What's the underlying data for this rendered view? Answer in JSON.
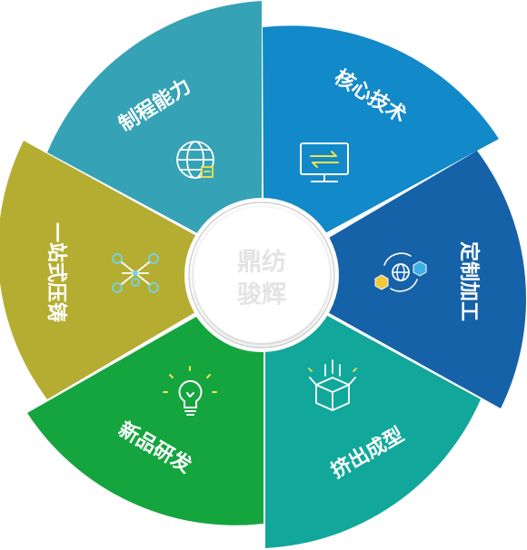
{
  "diagram": {
    "center": {
      "line1": "鼎纺",
      "line2": "骏辉"
    },
    "segments": [
      {
        "id": "core-tech",
        "label": "核心技术",
        "color": "#1289c9",
        "icon": "monitor-exchange-icon"
      },
      {
        "id": "custom",
        "label": "定制加工",
        "color": "#1562a9",
        "icon": "globe-boxes-cycle-icon"
      },
      {
        "id": "extrusion",
        "label": "挤出成型",
        "color": "#12a79b",
        "icon": "open-box-icon"
      },
      {
        "id": "new-product",
        "label": "新品研发",
        "color": "#15a53f",
        "icon": "lightbulb-icon"
      },
      {
        "id": "one-stop",
        "label": "一站式压铸",
        "color": "#b5ad31",
        "icon": "network-nodes-icon"
      },
      {
        "id": "capability",
        "label": "制程能力",
        "color": "#35a2b6",
        "icon": "globe-box-icon"
      }
    ]
  }
}
